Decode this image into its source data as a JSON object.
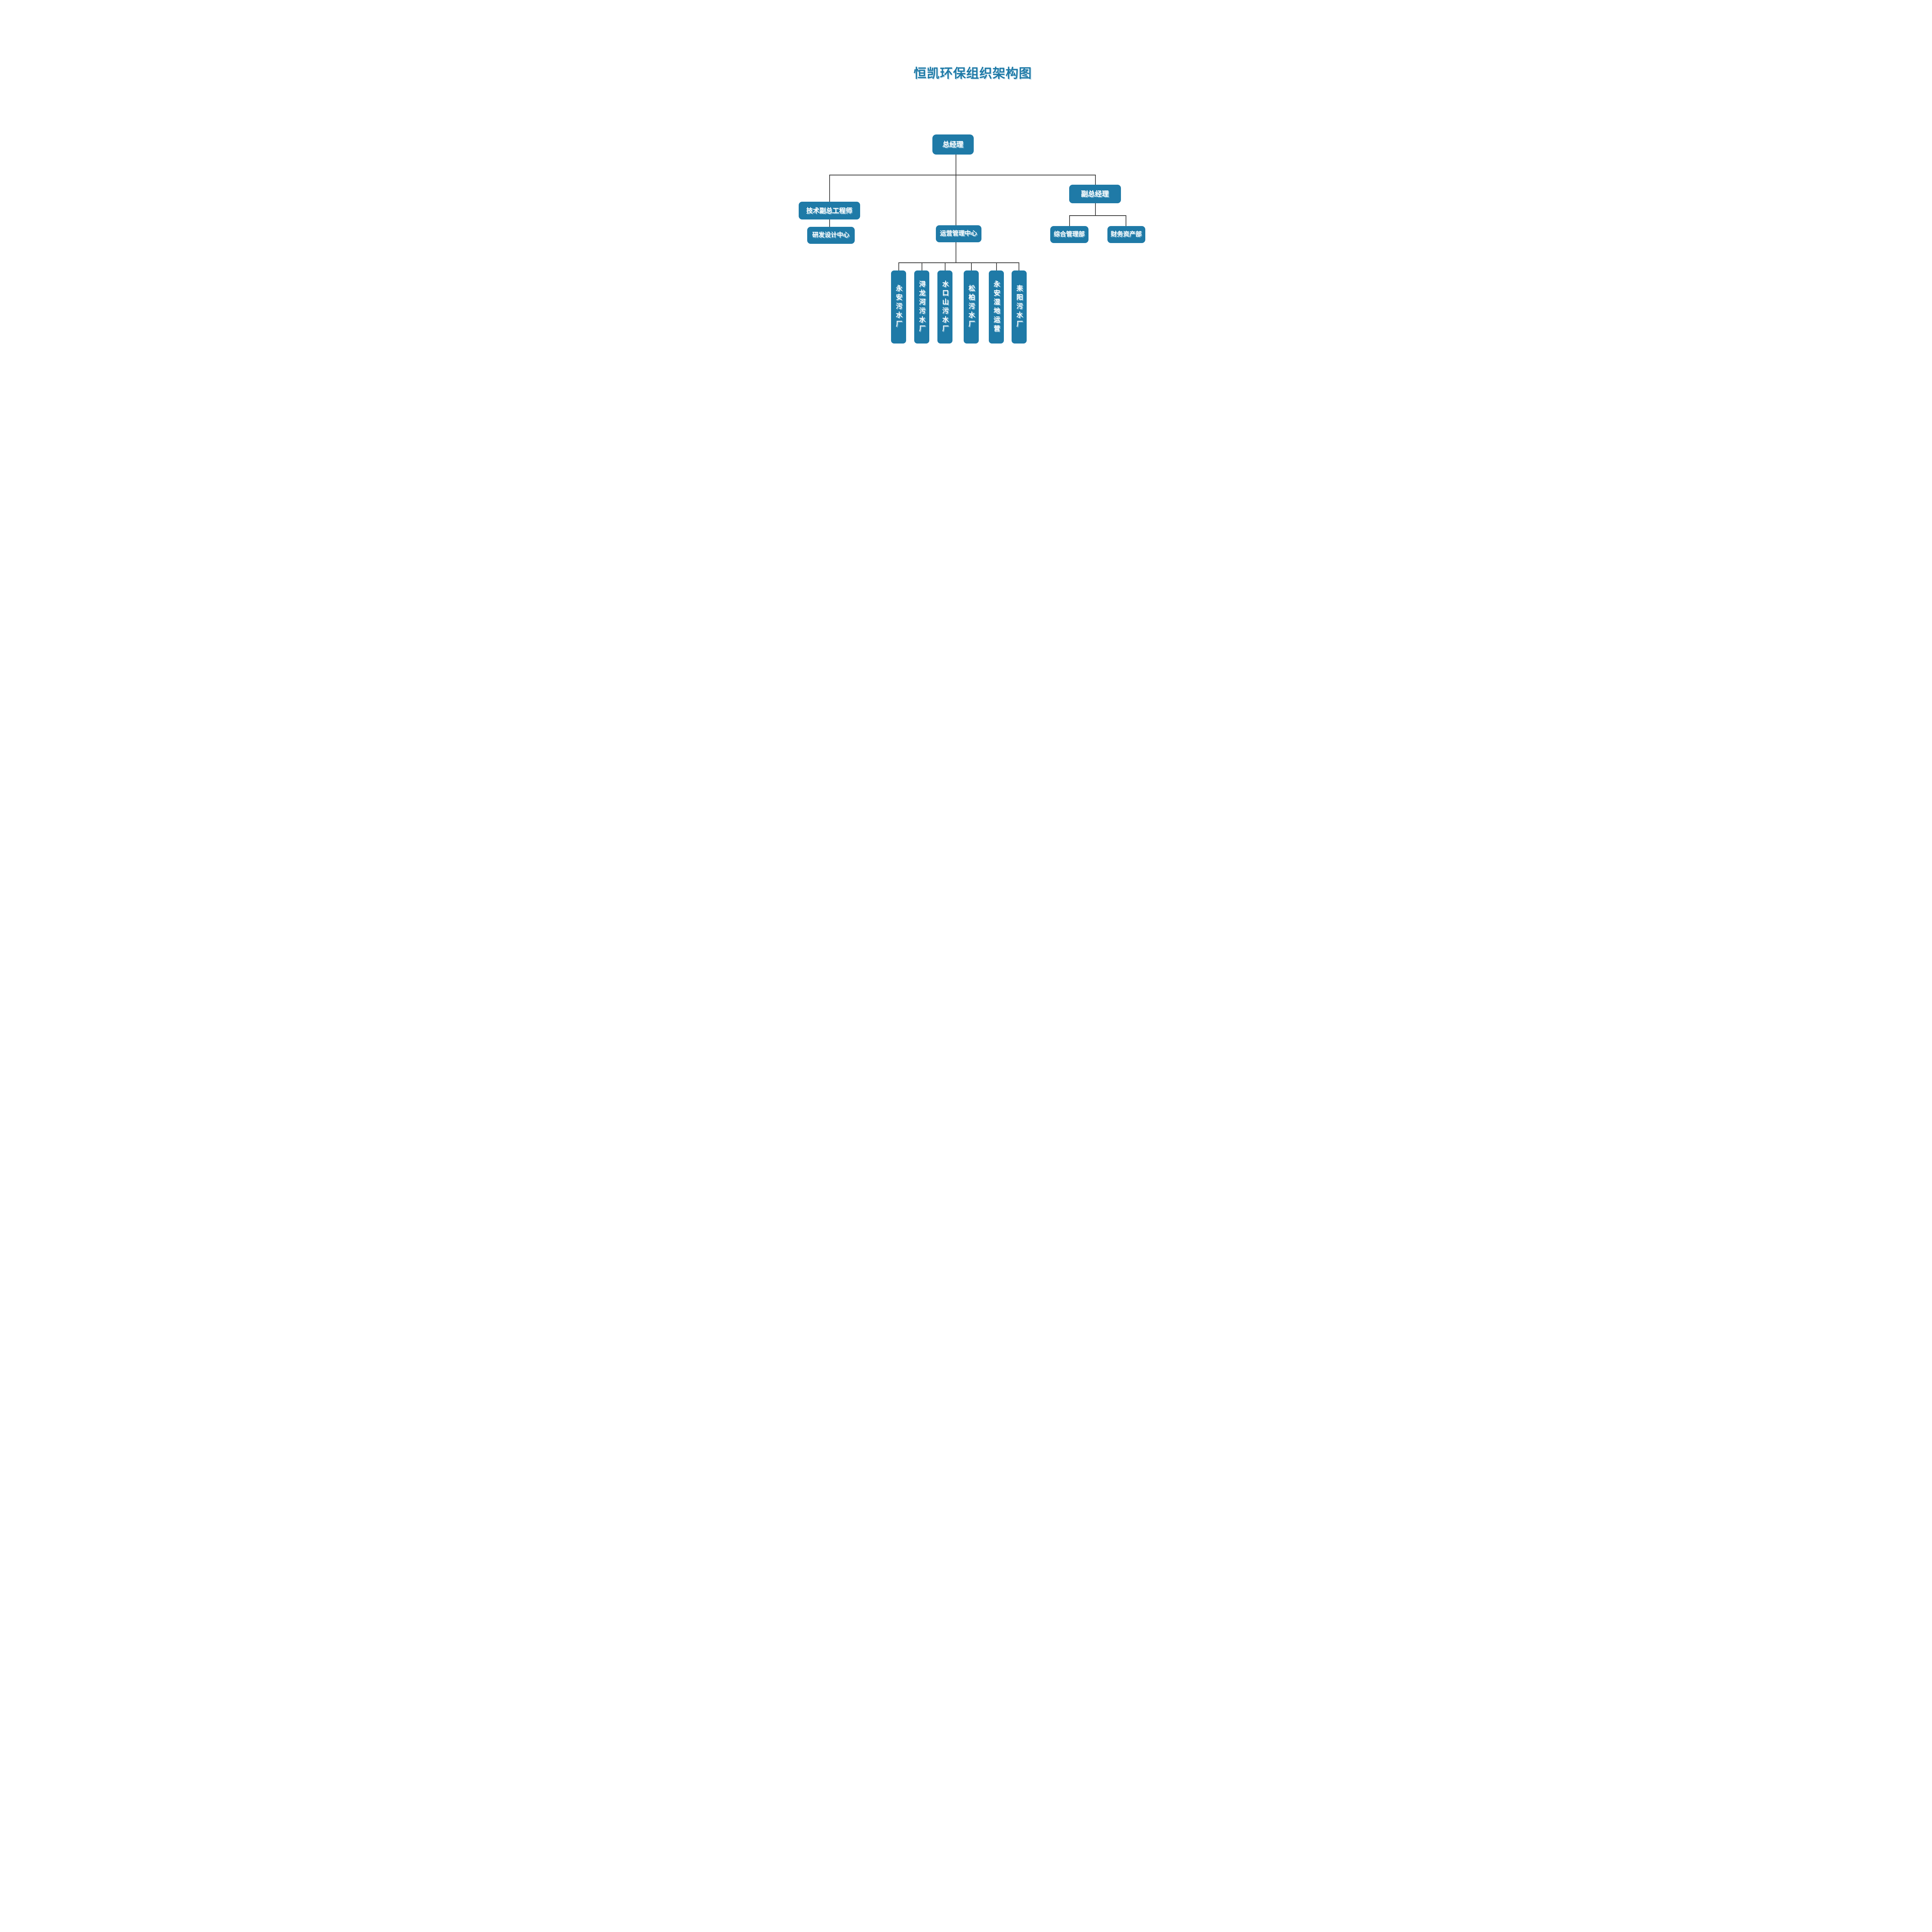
{
  "title": "恒凯环保组织架构图",
  "palette": {
    "node_fill": "#1F7AA7",
    "node_text": "#FFFFFF",
    "title_color": "#1F7AA7",
    "connector_color": "#4A4A4A",
    "background": "#FFFFFF"
  },
  "nodes": {
    "ceo": {
      "label": "总经理"
    },
    "tech_chief": {
      "label": "技术副总工程师"
    },
    "rnd_center": {
      "label": "研发设计中心"
    },
    "ops_center": {
      "label": "运营管理中心"
    },
    "vp": {
      "label": "副总经理"
    },
    "admin_dept": {
      "label": "综合管理部"
    },
    "finance_dept": {
      "label": "财务资产部"
    },
    "plants": [
      {
        "label": "永安污水厂"
      },
      {
        "label": "浔龙河污水厂"
      },
      {
        "label": "水口山污水厂"
      },
      {
        "label": "松柏污水厂"
      },
      {
        "label": "永安湿地运营"
      },
      {
        "label": "耒阳污水厂"
      }
    ]
  }
}
